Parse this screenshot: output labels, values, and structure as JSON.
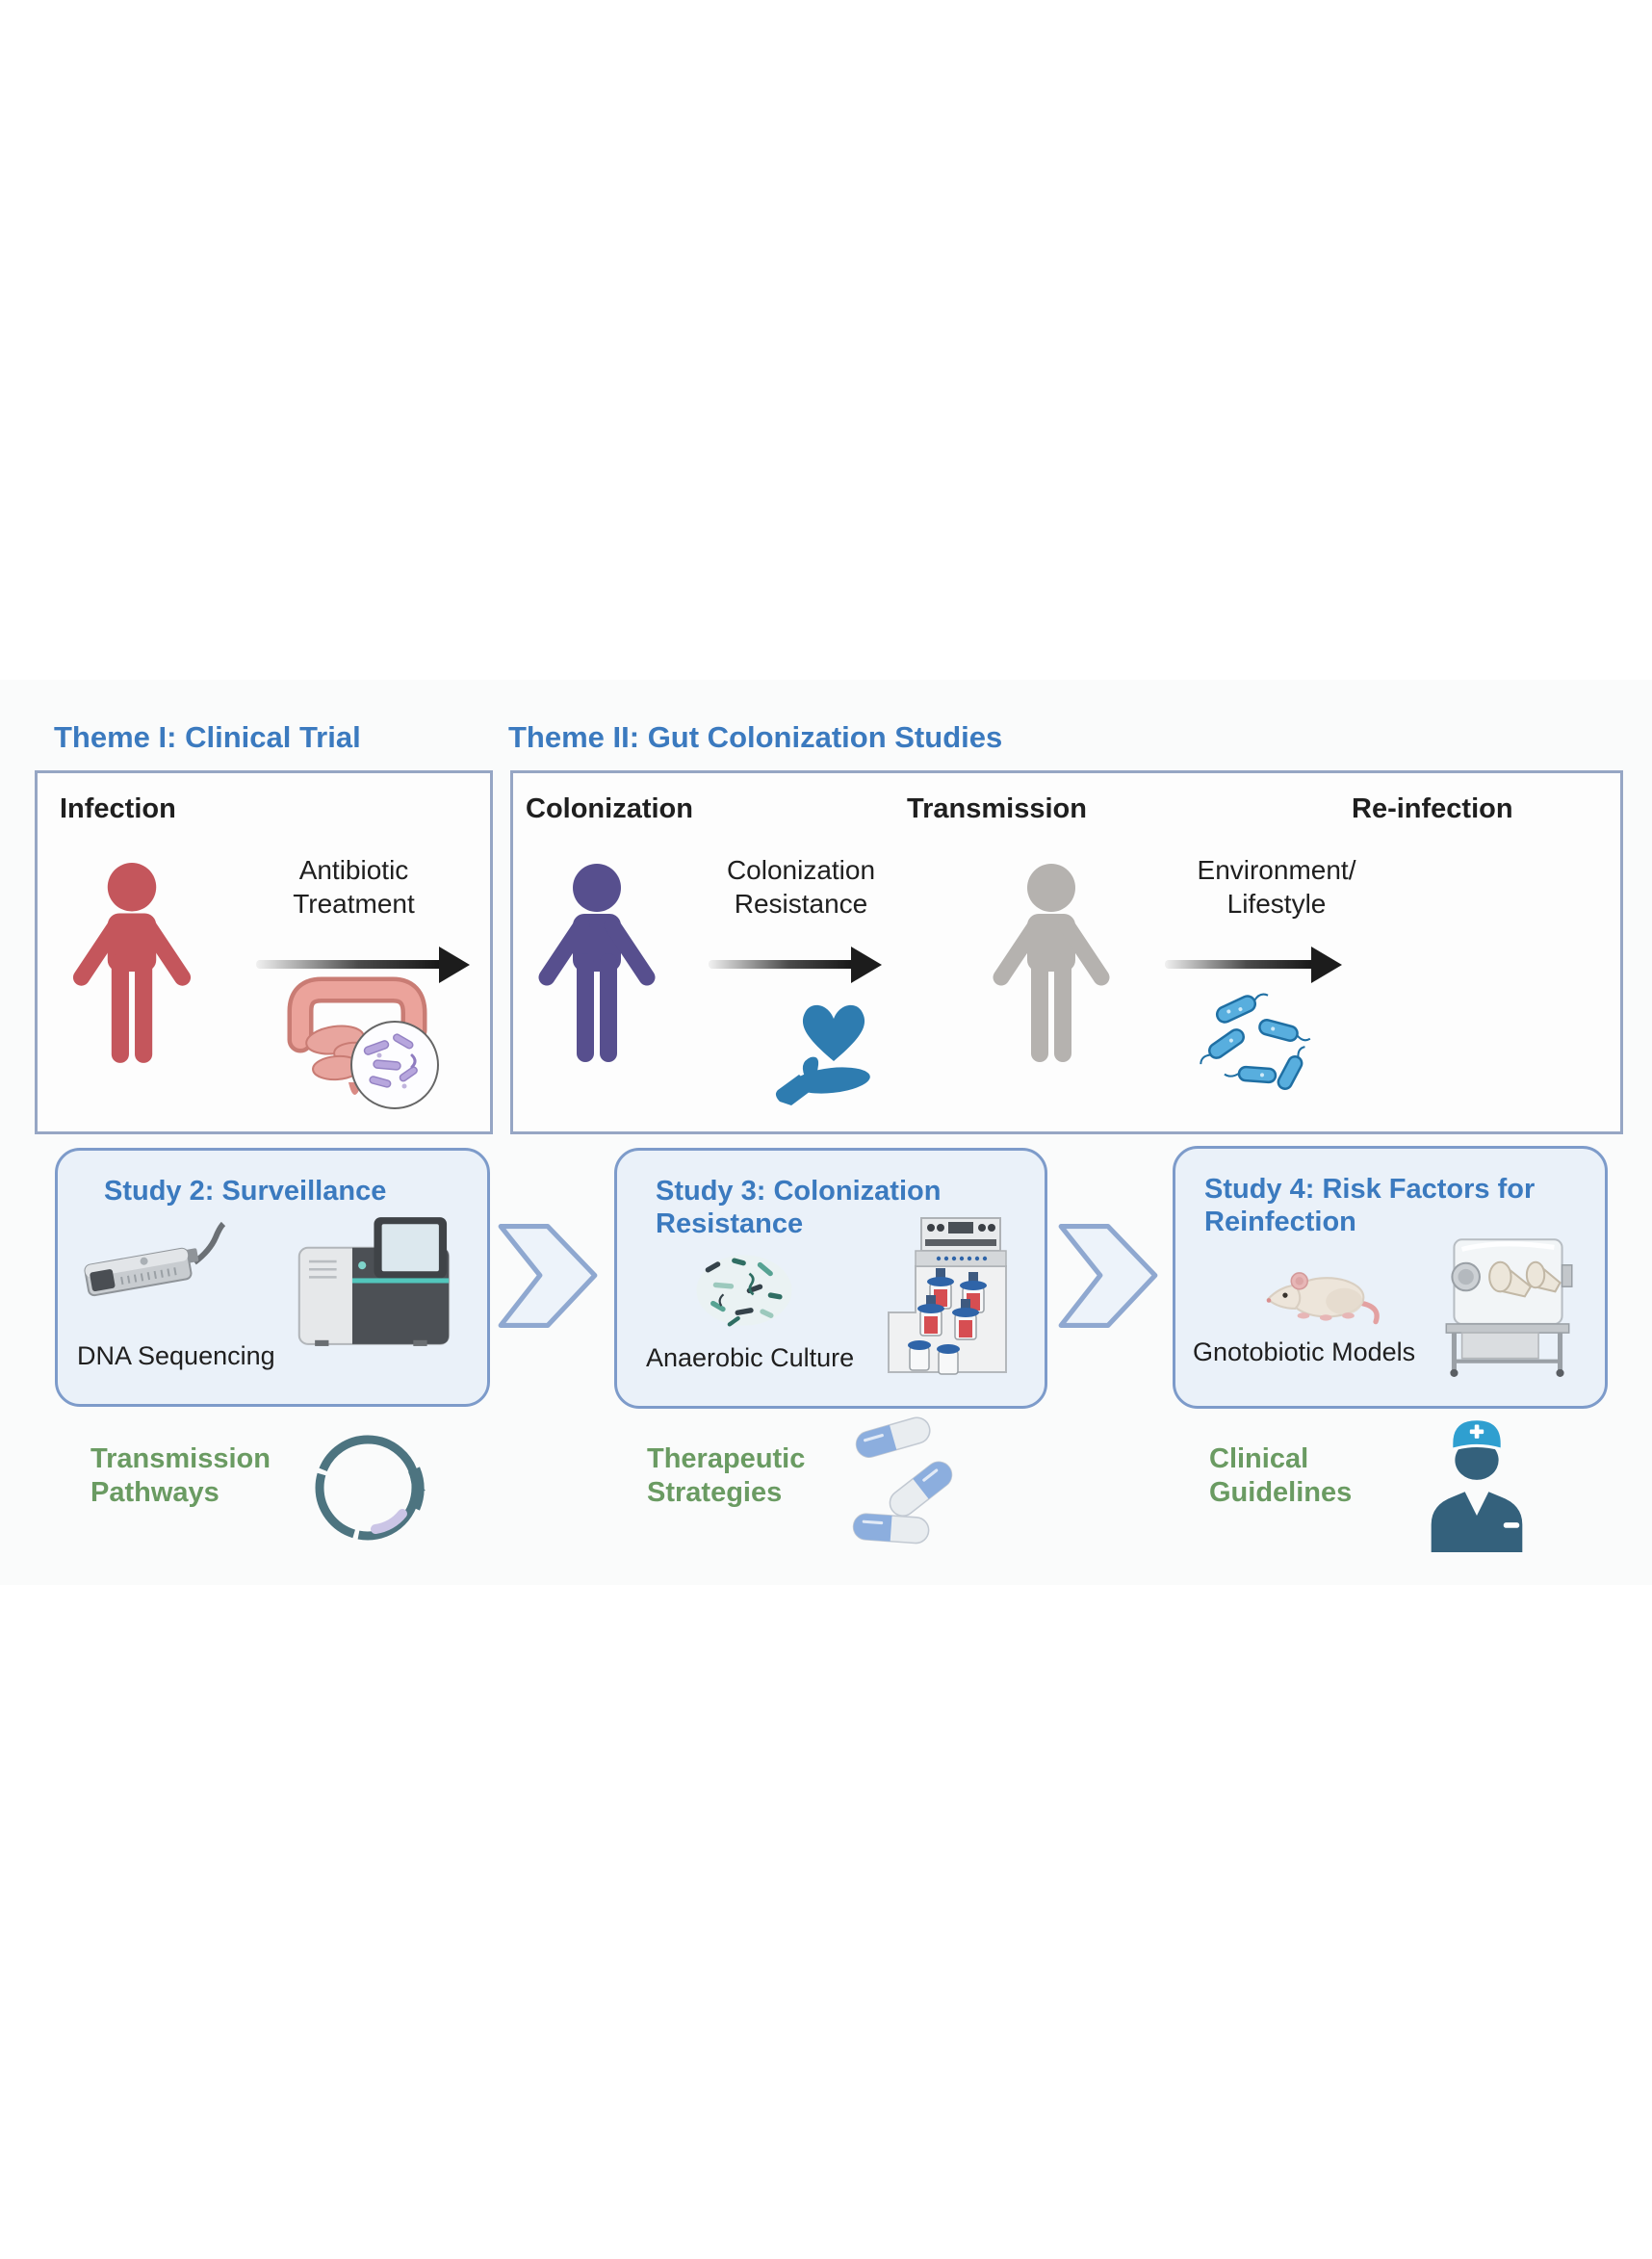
{
  "header": {
    "theme1_title": "Theme I: Clinical Trial",
    "theme2_title": "Theme II: Gut Colonization Studies"
  },
  "theme1": {
    "stage_label": "Infection",
    "arrow_label": "Antibiotic Treatment"
  },
  "theme2": {
    "stage1_label": "Colonization",
    "arrow1_label": "Colonization Resistance",
    "stage2_label": "Transmission",
    "arrow2_label": "Environment/ Lifestyle",
    "stage3_label": "Re-infection"
  },
  "studies": [
    {
      "title": "Study 2: Surveillance",
      "caption": "DNA Sequencing"
    },
    {
      "title": "Study 3: Colonization Resistance",
      "caption": "Anaerobic Culture"
    },
    {
      "title": "Study 4: Risk Factors for Reinfection",
      "caption": "Gnotobiotic Models"
    }
  ],
  "outputs": [
    {
      "label": "Transmission Pathways"
    },
    {
      "label": "Therapeutic Strategies"
    },
    {
      "label": "Clinical Guidelines"
    }
  ],
  "icons": {
    "theme1": [
      "person-icon",
      "gut-microbiome-icon",
      "arrow-right-icon"
    ],
    "theme2": [
      "person-icon",
      "heart-in-hand-icon",
      "bacteria-icon",
      "arrow-right-icon"
    ],
    "study2": [
      "portable-sequencer-icon",
      "benchtop-sequencer-icon"
    ],
    "study3": [
      "bacteria-cluster-icon",
      "bioreactor-icon"
    ],
    "study4": [
      "lab-mouse-icon",
      "gnotobiotic-isolator-icon"
    ],
    "outputs": [
      "plasmid-circle-icon",
      "capsule-pills-icon",
      "clinician-icon"
    ],
    "connectors": [
      "chevron-right-icon"
    ]
  },
  "colors": {
    "accent_blue": "#3b7abf",
    "text_dark": "#1f1f1f",
    "green_label": "#6a9b62",
    "person_red": "#c4565c",
    "person_purple": "#574f8e",
    "person_gray": "#b5b2af",
    "icon_blue": "#2e7cb0",
    "study_box_fill": "#eaf1f9",
    "study_box_border": "#7d9bca",
    "theme_box_border": "#96a6c4",
    "chevron_border": "#8fa8d0",
    "plasmid_teal": "#4d7480",
    "green_arrow_black": "#1c1c1c"
  }
}
